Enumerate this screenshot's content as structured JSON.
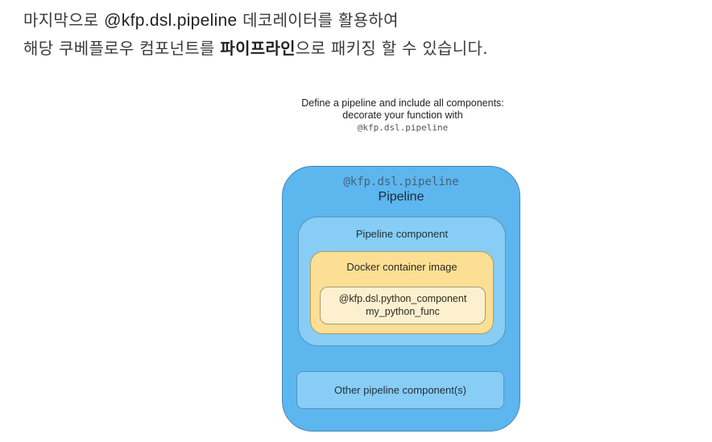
{
  "intro": {
    "line1_pre": "마지막으로 ",
    "line1_code": "@kfp.dsl.pipeline",
    "line1_post": " 데코레이터를 활용하여",
    "line2_pre": "해당 쿠베플로우 컴포넌트를 ",
    "line2_bold": "파이프라인",
    "line2_post": "으로 패키징 할 수 있습니다."
  },
  "caption": {
    "line1": "Define a pipeline and include all components:",
    "line2": "decorate your function with",
    "code": "@kfp.dsl.pipeline"
  },
  "diagram": {
    "pipeline_decorator": "@kfp.dsl.pipeline",
    "pipeline_title": "Pipeline",
    "component_title": "Pipeline component",
    "docker_title": "Docker container image",
    "func_decorator": "@kfp.dsl.python_component",
    "func_name": "my_python_func",
    "other_components": "Other pipeline component(s)"
  },
  "colors": {
    "pipeline_fill": "#5db6ee",
    "component_fill": "#87cdf5",
    "docker_fill": "#fcdf95",
    "function_fill": "#fdf0cf"
  }
}
